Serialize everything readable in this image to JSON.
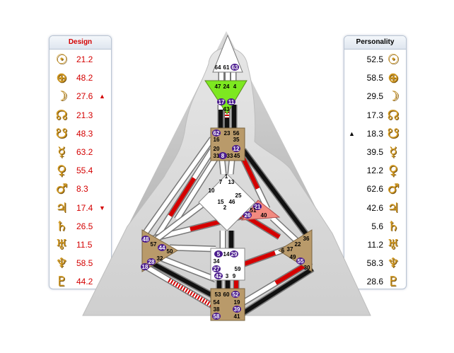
{
  "design": {
    "title": "Design",
    "rows": [
      {
        "icon": "sun-icon",
        "glyph": "☉",
        "value": "21.2",
        "arrow": ""
      },
      {
        "icon": "earth-icon",
        "glyph": "⊕",
        "value": "48.2",
        "arrow": ""
      },
      {
        "icon": "moon-icon",
        "glyph": "☽",
        "value": "27.6",
        "arrow": "▲"
      },
      {
        "icon": "north-node-icon",
        "glyph": "☊",
        "value": "21.3",
        "arrow": ""
      },
      {
        "icon": "south-node-icon",
        "glyph": "☋",
        "value": "48.3",
        "arrow": ""
      },
      {
        "icon": "mercury-icon",
        "glyph": "☿",
        "value": "63.2",
        "arrow": ""
      },
      {
        "icon": "venus-icon",
        "glyph": "♀",
        "value": "55.4",
        "arrow": ""
      },
      {
        "icon": "mars-icon",
        "glyph": "♂",
        "value": "8.3",
        "arrow": ""
      },
      {
        "icon": "jupiter-icon",
        "glyph": "♃",
        "value": "17.4",
        "arrow": "▼"
      },
      {
        "icon": "saturn-icon",
        "glyph": "♄",
        "value": "26.5",
        "arrow": ""
      },
      {
        "icon": "uranus-icon",
        "glyph": "♅",
        "value": "11.5",
        "arrow": ""
      },
      {
        "icon": "neptune-icon",
        "glyph": "♆",
        "value": "58.5",
        "arrow": ""
      },
      {
        "icon": "pluto-icon",
        "glyph": "♇",
        "value": "44.2",
        "arrow": ""
      }
    ]
  },
  "personality": {
    "title": "Personality",
    "rows": [
      {
        "icon": "sun-icon",
        "glyph": "☉",
        "value": "52.5",
        "arrow": ""
      },
      {
        "icon": "earth-icon",
        "glyph": "⊕",
        "value": "58.5",
        "arrow": ""
      },
      {
        "icon": "moon-icon",
        "glyph": "☽",
        "value": "29.5",
        "arrow": ""
      },
      {
        "icon": "north-node-icon",
        "glyph": "☊",
        "value": "17.3",
        "arrow": ""
      },
      {
        "icon": "south-node-icon",
        "glyph": "☋",
        "value": "18.3",
        "arrow": "▲"
      },
      {
        "icon": "mercury-icon",
        "glyph": "☿",
        "value": "39.5",
        "arrow": ""
      },
      {
        "icon": "venus-icon",
        "glyph": "♀",
        "value": "12.2",
        "arrow": ""
      },
      {
        "icon": "mars-icon",
        "glyph": "♂",
        "value": "62.6",
        "arrow": ""
      },
      {
        "icon": "jupiter-icon",
        "glyph": "♃",
        "value": "42.6",
        "arrow": ""
      },
      {
        "icon": "saturn-icon",
        "glyph": "♄",
        "value": "5.6",
        "arrow": ""
      },
      {
        "icon": "uranus-icon",
        "glyph": "♅",
        "value": "11.2",
        "arrow": ""
      },
      {
        "icon": "neptune-icon",
        "glyph": "♆",
        "value": "58.3",
        "arrow": ""
      },
      {
        "icon": "pluto-icon",
        "glyph": "♇",
        "value": "28.6",
        "arrow": "▲"
      }
    ]
  },
  "colors": {
    "design_red": "#d40000",
    "head_center": "#ffffff",
    "ajna_center": "#7de820",
    "throat_center": "#b99a6a",
    "root_center": "#b99a6a",
    "spleen_center": "#b99a6a",
    "solar_plexus_center": "#b99a6a",
    "heart_center": "#f28a80",
    "gate_badge": "#4a1b8e"
  },
  "bodygraph": {
    "head_gates": [
      "64",
      "61",
      "63"
    ],
    "ajna_gates": [
      "47",
      "24",
      "4",
      "17",
      "11",
      "43"
    ],
    "throat_gates": [
      "62",
      "23",
      "56",
      "16",
      "35",
      "20",
      "12",
      "31",
      "8",
      "33",
      "45"
    ],
    "g_gates": [
      "1",
      "7",
      "13",
      "10",
      "15",
      "2",
      "46",
      "25"
    ],
    "heart_gates": [
      "21",
      "51",
      "26",
      "40"
    ],
    "spleen_gates": [
      "48",
      "57",
      "44",
      "50",
      "28",
      "32",
      "18"
    ],
    "solar_plexus_gates": [
      "36",
      "22",
      "6",
      "37",
      "49",
      "55",
      "30"
    ],
    "sacral_gates": [
      "5",
      "14",
      "29",
      "34",
      "27",
      "59",
      "42",
      "3",
      "9"
    ],
    "root_gates": [
      "53",
      "60",
      "52",
      "54",
      "19",
      "38",
      "39",
      "58",
      "41"
    ]
  }
}
